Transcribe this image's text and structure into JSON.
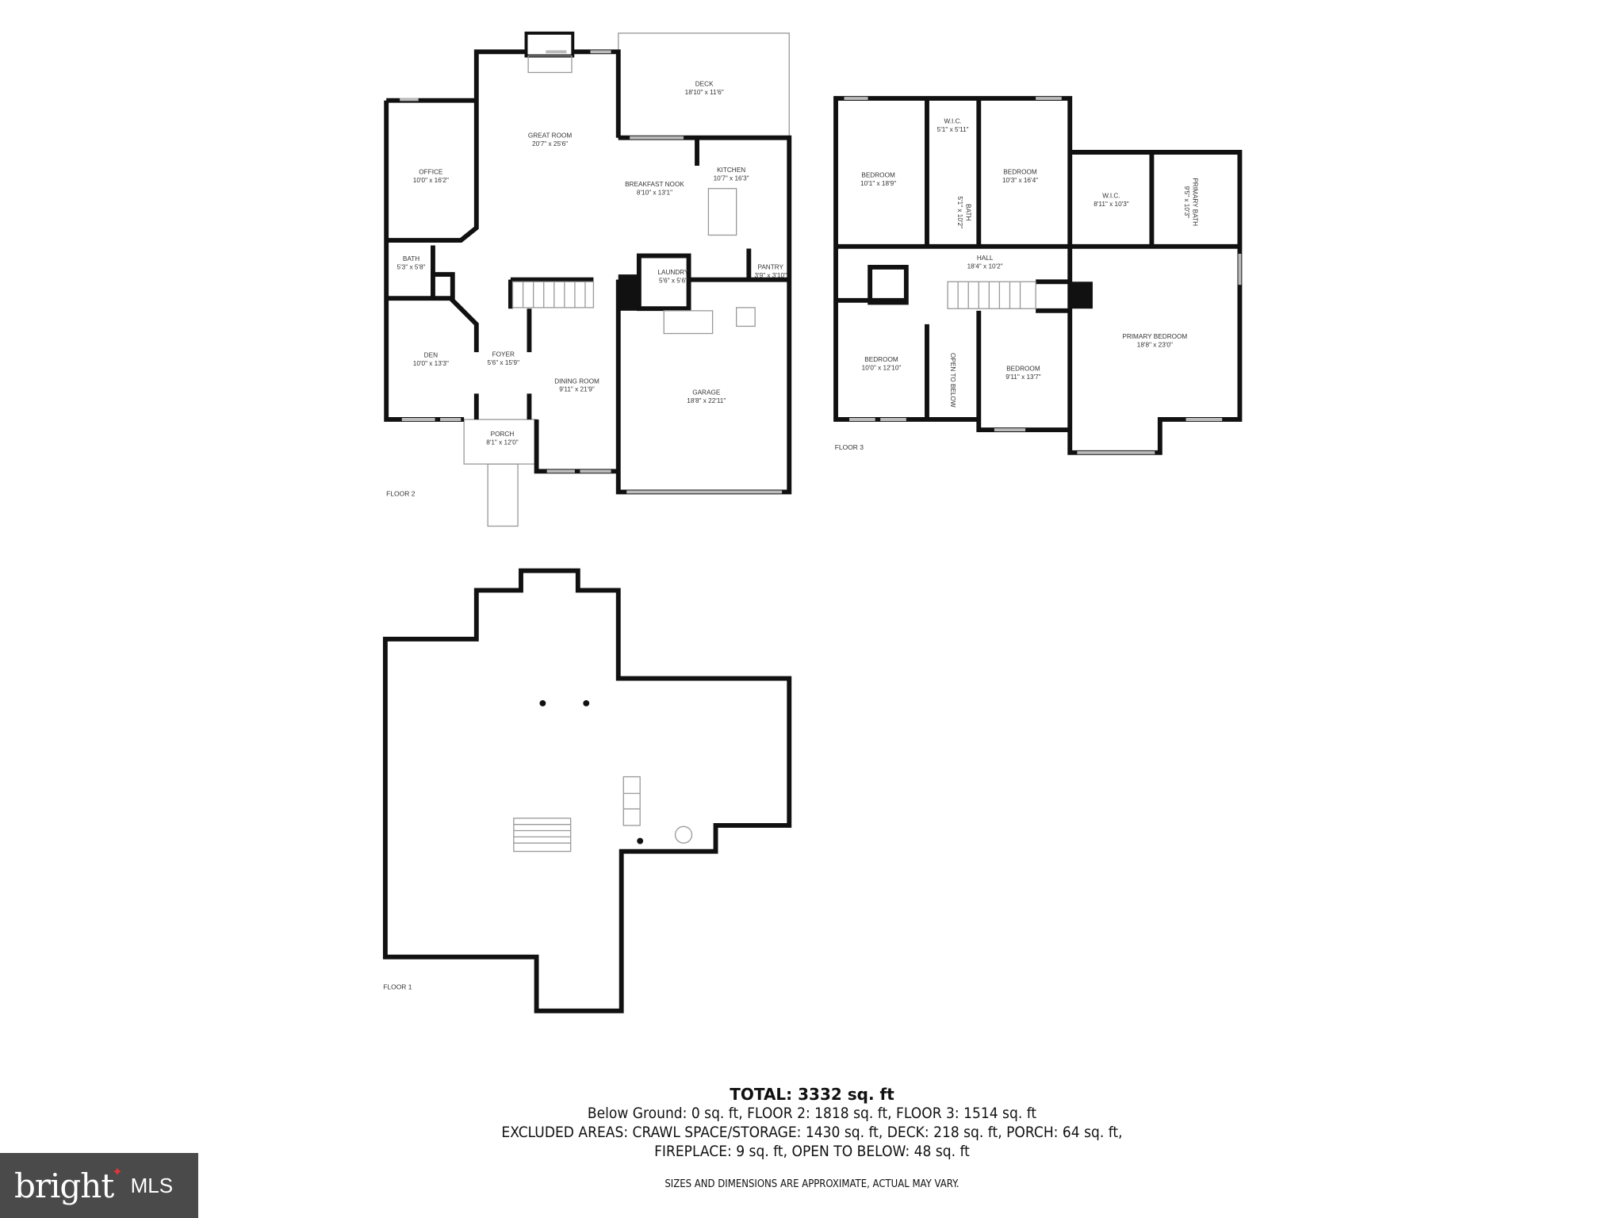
{
  "floors": {
    "floor2": {
      "label": "FLOOR 2",
      "rooms": [
        {
          "name": "GREAT ROOM",
          "dims": "20'7\" x 25'6\""
        },
        {
          "name": "DECK",
          "dims": "18'10\" x 11'6\""
        },
        {
          "name": "OFFICE",
          "dims": "10'0\" x 16'2\""
        },
        {
          "name": "BREAKFAST NOOK",
          "dims": "8'10\" x 13'1\""
        },
        {
          "name": "KITCHEN",
          "dims": "10'7\" x 16'3\""
        },
        {
          "name": "BATH",
          "dims": "5'3\" x 5'8\""
        },
        {
          "name": "LAUNDRY",
          "dims": "5'6\" x 5'6\""
        },
        {
          "name": "PANTRY",
          "dims": "3'9\" x 3'10\""
        },
        {
          "name": "DEN",
          "dims": "10'0\" x 13'3\""
        },
        {
          "name": "FOYER",
          "dims": "5'6\" x 15'9\""
        },
        {
          "name": "DINING ROOM",
          "dims": "9'11\" x 21'9\""
        },
        {
          "name": "GARAGE",
          "dims": "18'8\" x 22'11\""
        },
        {
          "name": "PORCH",
          "dims": "8'1\" x 12'0\""
        }
      ]
    },
    "floor3": {
      "label": "FLOOR 3",
      "rooms": [
        {
          "name": "BEDROOM",
          "dims": "10'1\" x 18'9\""
        },
        {
          "name": "W.I.C.",
          "dims": "5'1\" x 5'11\""
        },
        {
          "name": "BEDROOM",
          "dims": "10'3\" x 16'4\""
        },
        {
          "name": "BATH",
          "dims": "5'1\" x 10'2\""
        },
        {
          "name": "W.I.C.",
          "dims": "8'11\" x 10'3\""
        },
        {
          "name": "PRIMARY BATH",
          "dims": "9'5\" x 10'3\""
        },
        {
          "name": "HALL",
          "dims": "18'4\" x 10'2\""
        },
        {
          "name": "BEDROOM",
          "dims": "10'0\" x 12'10\""
        },
        {
          "name": "OPEN TO BELOW",
          "dims": ""
        },
        {
          "name": "BEDROOM",
          "dims": "9'11\" x 13'7\""
        },
        {
          "name": "PRIMARY BEDROOM",
          "dims": "18'8\" x 23'0\""
        }
      ]
    },
    "floor1": {
      "label": "FLOOR 1"
    }
  },
  "summary": {
    "total": "TOTAL: 3332 sq. ft",
    "line1": "Below Ground: 0 sq. ft, FLOOR 2: 1818 sq. ft, FLOOR 3: 1514 sq. ft",
    "line2": "EXCLUDED AREAS: CRAWL SPACE/STORAGE: 1430 sq. ft, DECK: 218 sq. ft, PORCH: 64 sq. ft,",
    "line3": "FIREPLACE: 9 sq. ft, OPEN TO BELOW: 48 sq. ft",
    "disclaimer": "SIZES AND DIMENSIONS ARE APPROXIMATE, ACTUAL MAY VARY."
  },
  "logo": {
    "brand": "bright",
    "suffix": "MLS",
    "accent": "#e0353b"
  }
}
